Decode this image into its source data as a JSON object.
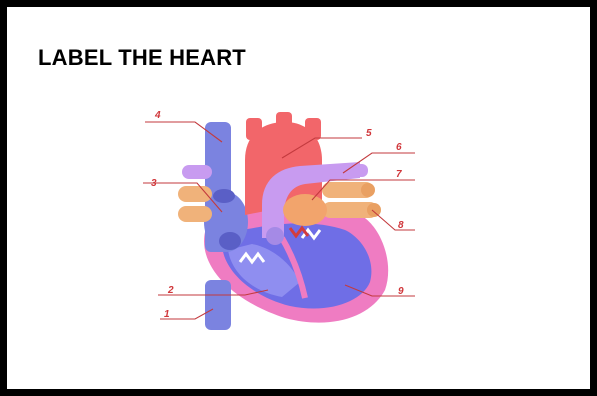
{
  "title": "LABEL THE HEART",
  "labels": [
    {
      "id": "label-1",
      "text": "1"
    },
    {
      "id": "label-2",
      "text": "2"
    },
    {
      "id": "label-3",
      "text": "3"
    },
    {
      "id": "label-4",
      "text": "4"
    },
    {
      "id": "label-5",
      "text": "5"
    },
    {
      "id": "label-6",
      "text": "6"
    },
    {
      "id": "label-7",
      "text": "7"
    },
    {
      "id": "label-8",
      "text": "8"
    },
    {
      "id": "label-9",
      "text": "9"
    }
  ],
  "colors": {
    "border": "#000000",
    "leader_line": "#c33a3e",
    "label_text": "#d0363a",
    "vena_cava": "#7b83e0",
    "aorta": "#f2666a",
    "pulmonary": "#c89bf0",
    "pericardium": "#ef7cc2",
    "ventricle": "#6f6ee6",
    "pulmonary_vein": "#f0b27a"
  }
}
